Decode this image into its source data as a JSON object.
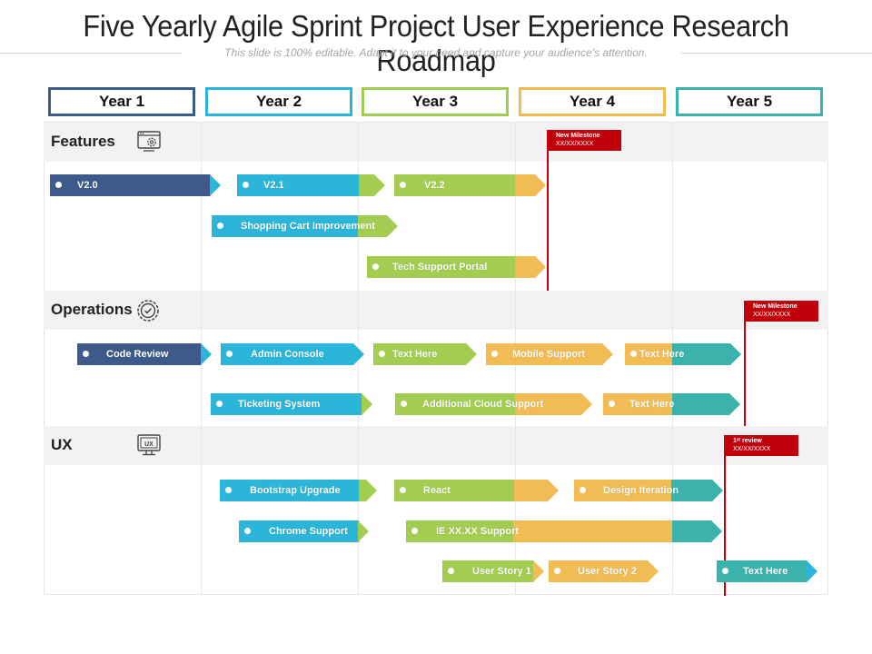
{
  "header": {
    "title": "Five Yearly Agile Sprint Project User Experience Research Roadmap",
    "subtitle": "This slide is 100% editable. Adapt it to your need and capture your audience’s attention."
  },
  "colors": {
    "navy": "#3d5a8a",
    "blue": "#2bb5d8",
    "green": "#a3cd50",
    "orange": "#f2bc55",
    "teal": "#3bb3ac",
    "red": "#c0000a"
  },
  "years": [
    {
      "label": "Year 1",
      "color": "#3d5a8a"
    },
    {
      "label": "Year 2",
      "color": "#2bb5d8"
    },
    {
      "label": "Year 3",
      "color": "#a3cd50"
    },
    {
      "label": "Year 4",
      "color": "#f2bc55"
    },
    {
      "label": "Year 5",
      "color": "#3bb3ac"
    }
  ],
  "sections": [
    {
      "name": "Features",
      "icon": "settings-monitor-icon"
    },
    {
      "name": "Operations",
      "icon": "gear-check-icon"
    },
    {
      "name": "UX",
      "icon": "ux-monitor-icon"
    }
  ],
  "milestones": [
    {
      "title": "New Milestone",
      "date": "XX/XX/XXXX"
    },
    {
      "title": "New Milestone",
      "date": "XX/XX/XXXX"
    },
    {
      "title": "1ˢᵗ review",
      "date": "XX/XX/XXXX"
    }
  ],
  "tasks": [
    {
      "label": "V2.0",
      "colors": [
        "#3d5a8a"
      ],
      "tip": "#2bb5d8"
    },
    {
      "label": "V2.1",
      "colors": [
        "#2bb5d8",
        "#a3cd50"
      ],
      "tip": "#a3cd50"
    },
    {
      "label": "V2.2",
      "colors": [
        "#a3cd50",
        "#f2bc55"
      ],
      "tip": "#f2bc55"
    },
    {
      "label": "Shopping Cart Improvement",
      "colors": [
        "#2bb5d8",
        "#a3cd50"
      ],
      "tip": "#a3cd50"
    },
    {
      "label": "Tech Support Portal",
      "colors": [
        "#a3cd50",
        "#f2bc55"
      ],
      "tip": "#f2bc55"
    },
    {
      "label": "Code Review",
      "colors": [
        "#3d5a8a"
      ],
      "tip": "#2bb5d8"
    },
    {
      "label": "Admin Console",
      "colors": [
        "#2bb5d8"
      ],
      "tip": "#2bb5d8"
    },
    {
      "label": "Text Here",
      "colors": [
        "#a3cd50"
      ],
      "tip": "#a3cd50"
    },
    {
      "label": "Mobile Support",
      "colors": [
        "#f2bc55"
      ],
      "tip": "#f2bc55"
    },
    {
      "label": "Text Here",
      "colors": [
        "#f2bc55",
        "#3bb3ac"
      ],
      "tip": "#3bb3ac"
    },
    {
      "label": "Ticketing System",
      "colors": [
        "#2bb5d8"
      ],
      "tip": "#a3cd50"
    },
    {
      "label": "Additional Cloud Support",
      "colors": [
        "#a3cd50",
        "#f2bc55"
      ],
      "tip": "#f2bc55"
    },
    {
      "label": "Text Here",
      "colors": [
        "#f2bc55",
        "#3bb3ac"
      ],
      "tip": "#3bb3ac"
    },
    {
      "label": "Bootstrap Upgrade",
      "colors": [
        "#2bb5d8",
        "#a3cd50"
      ],
      "tip": "#a3cd50"
    },
    {
      "label": "React",
      "colors": [
        "#a3cd50",
        "#f2bc55"
      ],
      "tip": "#f2bc55"
    },
    {
      "label": "Design Iteration",
      "colors": [
        "#f2bc55",
        "#3bb3ac"
      ],
      "tip": "#3bb3ac"
    },
    {
      "label": "Chrome Support",
      "colors": [
        "#2bb5d8"
      ],
      "tip": "#a3cd50"
    },
    {
      "label": "IE XX.XX Support",
      "colors": [
        "#a3cd50",
        "#f2bc55",
        "#3bb3ac"
      ],
      "tip": "#3bb3ac"
    },
    {
      "label": "User Story 1",
      "colors": [
        "#a3cd50"
      ],
      "tip": "#f2bc55"
    },
    {
      "label": "User Story 2",
      "colors": [
        "#f2bc55"
      ],
      "tip": "#f2bc55"
    },
    {
      "label": "Text Here",
      "colors": [
        "#3bb3ac"
      ],
      "tip": "#2bb5d8"
    }
  ]
}
